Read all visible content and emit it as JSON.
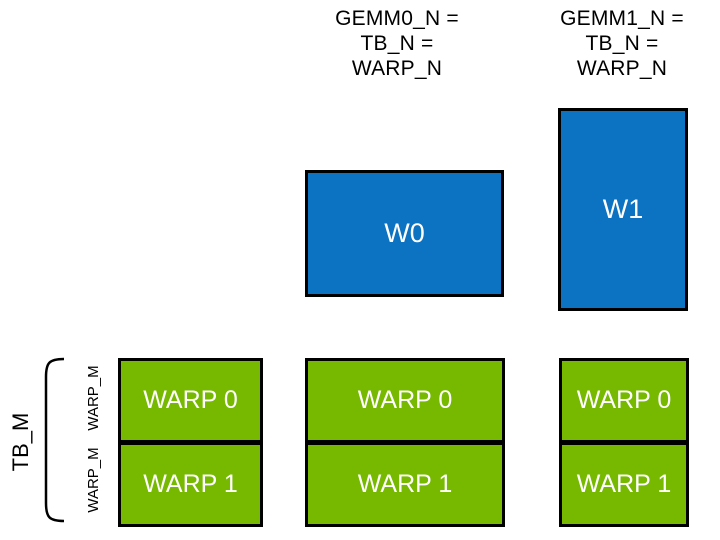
{
  "colors": {
    "tile_blue": "#0c72c2",
    "warp_green": "#76b900",
    "outline_black": "#000000",
    "label_white": "#ffffff",
    "background": "#ffffff"
  },
  "column_headers": [
    {
      "lines": "GEMM0_N =\nTB_N =\nWARP_N"
    },
    {
      "lines": "GEMM1_N =\nTB_N =\nWARP_N"
    }
  ],
  "accumulator_tiles": [
    {
      "label": "W0"
    },
    {
      "label": "W1"
    }
  ],
  "row_axis": {
    "tb_label": "TB_M",
    "warp_labels": [
      "WARP_M",
      "WARP_M"
    ]
  },
  "warp_blocks": [
    {
      "cells": [
        "WARP 0",
        "WARP 1"
      ]
    },
    {
      "cells": [
        "WARP 0",
        "WARP 1"
      ]
    },
    {
      "cells": [
        "WARP 0",
        "WARP 1"
      ]
    }
  ]
}
